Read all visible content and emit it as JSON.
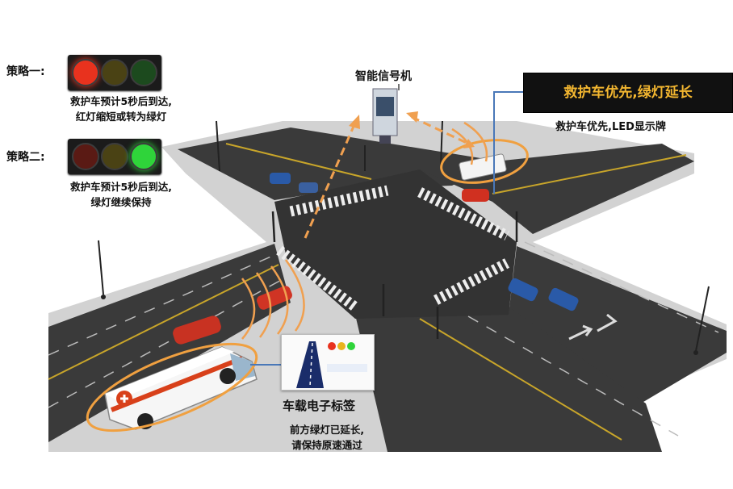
{
  "strategy1": {
    "title": "策略一:",
    "caption_line1": "救护车预计5秒后到达,",
    "caption_line2": "红灯缩短或转为绿灯",
    "active_lamp": "red"
  },
  "strategy2": {
    "title": "策略二:",
    "caption_line1": "救护车预计5秒后到达,",
    "caption_line2": "绿灯继续保持",
    "active_lamp": "green"
  },
  "signal_machine": {
    "label": "智能信号机"
  },
  "led_display": {
    "board_text": "救护车优先,绿灯延长",
    "caption": "救护车优先,LED显示牌"
  },
  "vehicle_tag": {
    "title": "车载电子标签",
    "message_line1": "前方绿灯已延长,",
    "message_line2": "请保持原速通过"
  },
  "colors": {
    "lamp_red": "#e8321e",
    "lamp_yellow": "#a08a18",
    "lamp_green": "#2fd43a",
    "led_text": "#f2b630",
    "signal_arrow": "#f0a050",
    "highlight_ring": "#f0a040",
    "connector_line": "#4a78b8",
    "road": "#3a3a3a"
  }
}
